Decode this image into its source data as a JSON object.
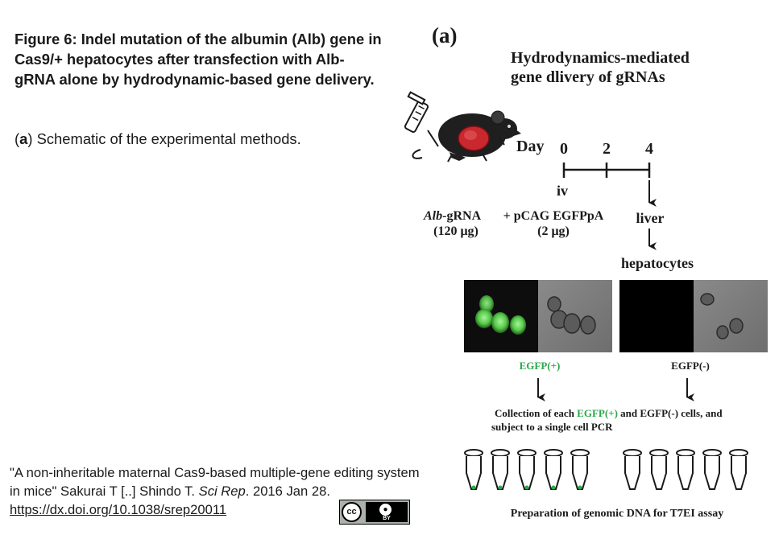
{
  "caption": {
    "title": "Figure 6: Indel mutation of the albumin (Alb) gene in Cas9/+ hepatocytes after transfection with Alb-gRNA alone by hydrodynamic-based gene delivery.",
    "panel_letter": "a",
    "panel_description": " Schematic of the experimental methods."
  },
  "citation": {
    "quote": "\"A non-inheritable maternal Cas9-based multiple-gene editing system in mice\" Sakurai T [..] Shindo T. ",
    "journal": "Sci Rep",
    "date": ". 2016 Jan 28.",
    "link": "https://dx.doi.org/10.1038/srep20011",
    "license_badge": {
      "left": "cc",
      "right": "BY"
    }
  },
  "figure": {
    "panel_label": "(a)",
    "title_line1": "Hydrodynamics-mediated",
    "title_line2": "gene dlivery of gRNAs",
    "timeline": {
      "label": "Day",
      "days": [
        "0",
        "2",
        "4"
      ],
      "iv_label": "iv"
    },
    "injection": {
      "grna_italic": "Alb",
      "grna_rest": "-gRNA",
      "grna_amount": "(120 μg)",
      "plasmid": "+ pCAG EGFPpA",
      "plasmid_amount": "(2 μg)"
    },
    "liver_label": "liver",
    "hepatocytes_label": "hepatocytes",
    "egfp_pos_label": "EGFP(+)",
    "egfp_neg_label": "EGFP(-)",
    "collection_line1_a": "Collection of each ",
    "collection_line1_b": "EGFP(+)",
    "collection_line1_c": " and EGFP(-) cells, and",
    "collection_line2": "subject to a single cell PCR",
    "preparation": "Preparation of genomic DNA for T7EI assay",
    "colors": {
      "egfp_green": "#2aa84a",
      "text": "#1a1a1a"
    }
  }
}
